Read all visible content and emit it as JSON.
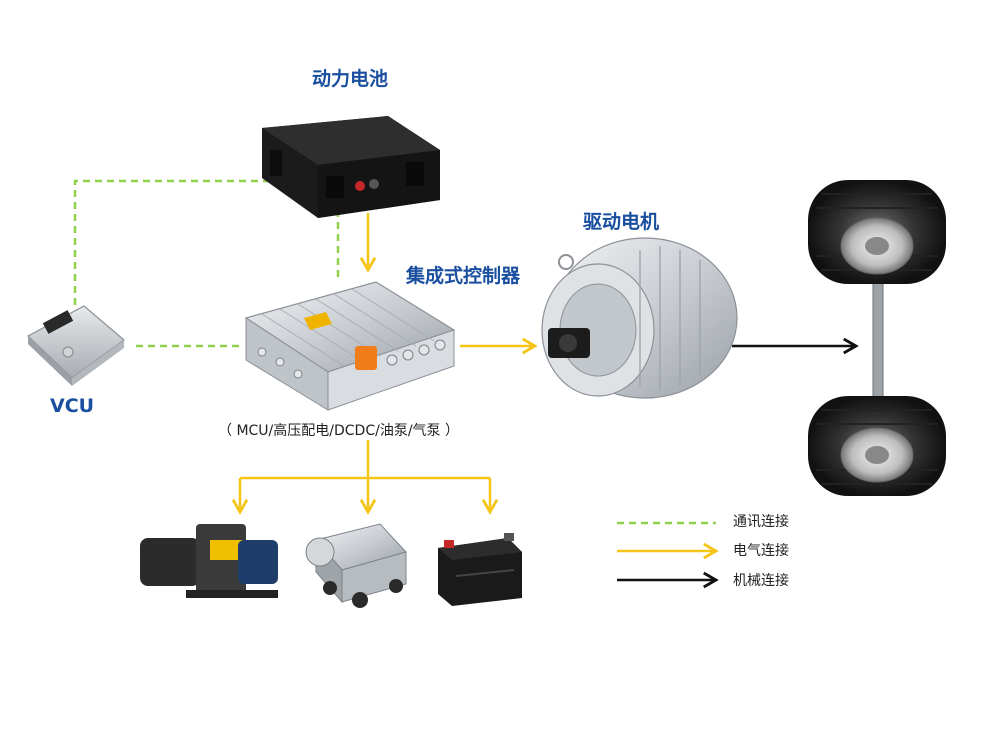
{
  "labels": {
    "battery": "动力电池",
    "controller": "集成式控制器",
    "controller_sub": "（ MCU/高压配电/DCDC/油泵/气泵 ）",
    "motor": "驱动电机",
    "vcu": "VCU"
  },
  "legend": [
    {
      "style": "dashed-green",
      "label": "通讯连接"
    },
    {
      "style": "arrow-yellow",
      "label": "电气连接"
    },
    {
      "style": "arrow-black",
      "label": "机械连接"
    }
  ],
  "colors": {
    "title_blue": "#1a4fa0",
    "comm_green": "#8fd14f",
    "electric_yellow": "#f5c518",
    "mechanical_black": "#111111"
  }
}
